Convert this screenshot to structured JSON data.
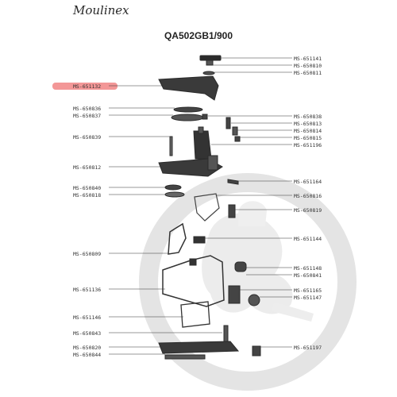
{
  "brand": "Moulinex",
  "model": "QA502GB1/900",
  "colors": {
    "highlight": "#f28c8c",
    "line": "#333333",
    "watermark": "#e6e6e6",
    "part": "#2b2b2b"
  },
  "watermark_icon": "chef-mascot-watermark",
  "parts": {
    "left": [
      {
        "code": "MS-651132",
        "highlight": true
      },
      {
        "code": "MS-650836"
      },
      {
        "code": "MS-650837"
      },
      {
        "code": "MS-650839"
      },
      {
        "code": "MS-650812"
      },
      {
        "code": "MS-650840"
      },
      {
        "code": "MS-650818"
      },
      {
        "code": "MS-650809"
      },
      {
        "code": "MS-651136"
      },
      {
        "code": "MS-651146"
      },
      {
        "code": "MS-650843"
      },
      {
        "code": "MS-650820"
      },
      {
        "code": "MS-650844"
      }
    ],
    "right": [
      {
        "code": "MS-651141"
      },
      {
        "code": "MS-650810"
      },
      {
        "code": "MS-650811"
      },
      {
        "code": "MS-650838"
      },
      {
        "code": "MS-650813"
      },
      {
        "code": "MS-650814"
      },
      {
        "code": "MS-650815"
      },
      {
        "code": "MS-651196"
      },
      {
        "code": "MS-651164"
      },
      {
        "code": "MS-650816"
      },
      {
        "code": "MS-650819"
      },
      {
        "code": "MS-651144"
      },
      {
        "code": "MS-651148"
      },
      {
        "code": "MS-650841"
      },
      {
        "code": "MS-651165"
      },
      {
        "code": "MS-651147"
      },
      {
        "code": "MS-651197"
      }
    ]
  }
}
